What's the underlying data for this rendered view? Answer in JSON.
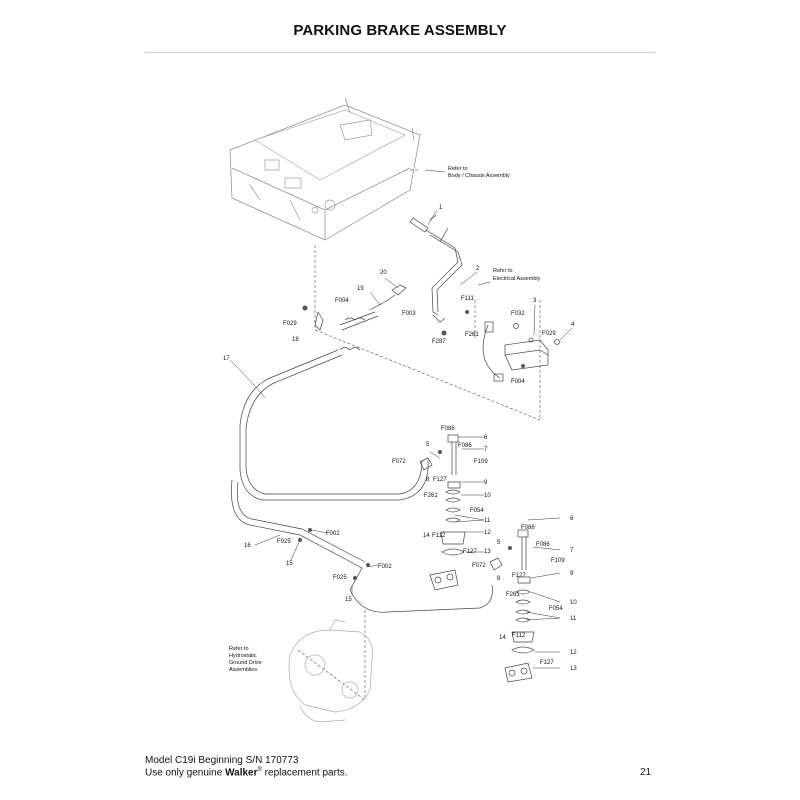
{
  "header": {
    "title": "PARKING BRAKE ASSEMBLY"
  },
  "references": {
    "body_chassis": [
      "Refer to",
      "Body / Chassis Assembly"
    ],
    "electrical": [
      "Refer to",
      "Electrical Assembly"
    ],
    "hydrostatic": [
      "Refer to",
      "Hydrostatic",
      "Ground Drive",
      "Assemblies"
    ]
  },
  "callouts": {
    "c1": "1",
    "c2": "2",
    "c3": "3",
    "c4": "4",
    "c5a": "5",
    "c6a": "6",
    "c7a": "7",
    "c8a": "8",
    "c9a": "9",
    "c10a": "10",
    "c11a": "11",
    "c12a": "12",
    "c13a": "13",
    "c14a": "14",
    "c5b": "5",
    "c6b": "6",
    "c7b": "7",
    "c8b": "8",
    "c9b": "9",
    "c10b": "10",
    "c11b": "11",
    "c12b": "12",
    "c13b": "13",
    "c14b": "14",
    "c15a": "15",
    "c15b": "15",
    "c16": "16",
    "c17": "17",
    "c18": "18",
    "c19": "19",
    "c20": "20",
    "f003": "F003",
    "f004a": "F004",
    "f004b": "F004",
    "f029a": "F029",
    "f029b": "F029",
    "f032": "F032",
    "f111": "F111",
    "f261a": "F261",
    "f287": "F287",
    "f086a": "F086",
    "f086b": "F086",
    "f072a": "F072",
    "f109a": "F109",
    "f127a": "F127",
    "f261b": "F261",
    "f054a": "F054",
    "f112a": "F112",
    "f127b": "F127",
    "f086c": "F086",
    "f086d": "F086",
    "f072b": "F072",
    "f109b": "F109",
    "f127c": "F127",
    "f261c": "F261",
    "f054b": "F054",
    "f112b": "F112",
    "f127d": "F127",
    "f002a": "F002",
    "f002b": "F002",
    "f025a": "F025",
    "f025b": "F025"
  },
  "footer": {
    "model": "Model C19i Beginning S/N 170773",
    "use_prefix": "Use only genuine ",
    "brand": "Walker",
    "reg_mark": "®",
    "use_suffix": " replacement parts.",
    "page_number": "21"
  }
}
